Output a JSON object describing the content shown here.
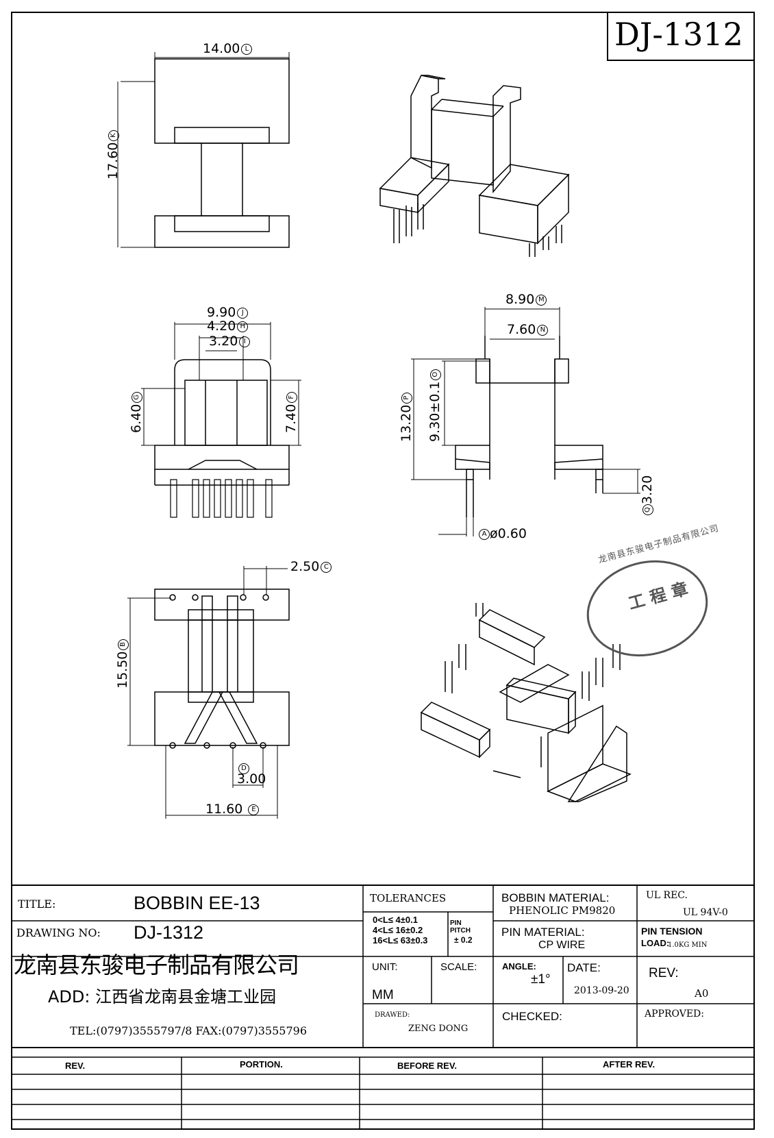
{
  "drawing_number_box": "DJ-1312",
  "dimensions": {
    "L": "14.00",
    "K": "17.60",
    "J": "9.90",
    "H": "4.20",
    "I": "3.20",
    "G": "6.40",
    "F": "7.40",
    "M": "8.90",
    "N": "7.60",
    "P": "13.20",
    "O": "9.30±0.1",
    "Q": "3.20",
    "A": "ø0.60",
    "C": "2.50",
    "B": "15.50",
    "D": "3.00",
    "E": "11.60"
  },
  "dimension_tags": {
    "L": "L",
    "K": "K",
    "J": "J",
    "H": "H",
    "I": "I",
    "G": "G",
    "F": "F",
    "M": "M",
    "N": "N",
    "P": "P",
    "O": "O",
    "Q": "Q",
    "A": "A",
    "C": "C",
    "B": "B",
    "D": "D",
    "E": "E"
  },
  "stamp": {
    "company_arc": "龙南县东骏电子制品有限公司",
    "label": "工 程 章",
    "color": "#555555"
  },
  "title_block": {
    "title_label": "TITLE:",
    "title_value": "BOBBIN EE-13",
    "drawing_no_label": "DRAWING NO:",
    "drawing_no_value": "DJ-1312",
    "company_name": "龙南县东骏电子制品有限公司",
    "address": "ADD: 江西省龙南县金塘工业园",
    "tel_fax": "TEL:(0797)3555797/8   FAX:(0797)3555796",
    "tolerances_label": "TOLERANCES",
    "tol_line1": "0<L≤ 4±0.1",
    "tol_line2": "4<L≤ 16±0.2",
    "tol_line3": "16<L≤ 63±0.3",
    "pin_pitch_label": "PIN PITCH",
    "pin_pitch_value": "± 0.2",
    "unit_label": "UNIT:",
    "unit_value": "MM",
    "scale_label": "SCALE:",
    "drawed_label": "DRAWED:",
    "drawed_value": "ZENG DONG",
    "bobbin_material_label": "BOBBIN MATERIAL:",
    "bobbin_material_value": "PHENOLIC  PM9820",
    "pin_material_label": "PIN MATERIAL:",
    "pin_material_value": "CP WIRE",
    "angle_label": "ANGLE:",
    "angle_value": "±1°",
    "date_label": "DATE:",
    "date_value": "2013-09-20",
    "checked_label": "CHECKED:",
    "ul_rec_label": "UL REC.",
    "ul_rec_value": "UL  94V-0",
    "pin_tension_label": "PIN TENSION",
    "pin_tension_load": "LOAD:",
    "pin_tension_value": "1.0KG MIN",
    "rev_label": "REV:",
    "rev_value": "A0",
    "approved_label": "APPROVED:"
  },
  "revision_table": {
    "headers": [
      "REV.",
      "PORTION.",
      "BEFORE REV.",
      "AFTER REV."
    ]
  }
}
